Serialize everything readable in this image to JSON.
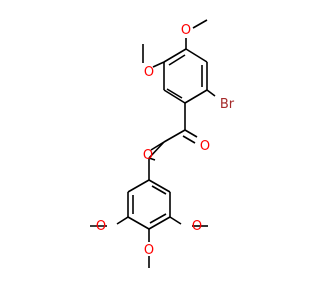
{
  "structure": {
    "colors": {
      "bond": "#000000",
      "oxygen": "#ff0000",
      "bromine": "#a52a2a",
      "carbon": "#000000"
    },
    "atoms": [
      {
        "id": "o-top-right-methoxy",
        "symbol": "O",
        "color_key": "oxygen"
      },
      {
        "id": "o-top-left-methoxy",
        "symbol": "O",
        "color_key": "oxygen"
      },
      {
        "id": "br",
        "symbol": "Br",
        "color_key": "bromine"
      },
      {
        "id": "o-carbonyl",
        "symbol": "O",
        "color_key": "oxygen"
      },
      {
        "id": "o-epoxide",
        "symbol": "O",
        "color_key": "oxygen"
      },
      {
        "id": "o-bottom-left-methoxy",
        "symbol": "O",
        "color_key": "oxygen"
      },
      {
        "id": "o-bottom-right-methoxy",
        "symbol": "O",
        "color_key": "oxygen"
      },
      {
        "id": "o-bottom-center-methoxy",
        "symbol": "O",
        "color_key": "oxygen"
      }
    ]
  }
}
